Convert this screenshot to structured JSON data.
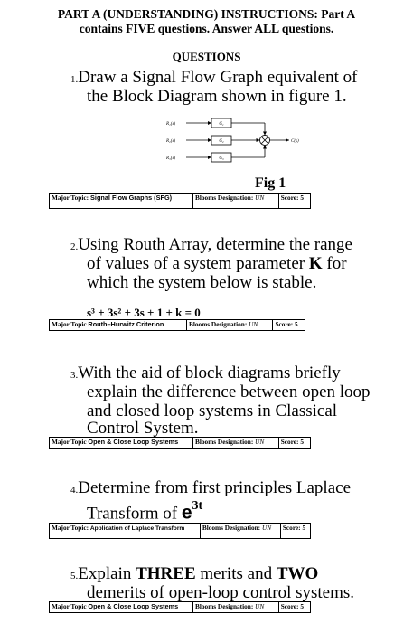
{
  "header": {
    "line1": "PART A (UNDERSTANDING) INSTRUCTIONS: Part A",
    "line2": "contains FIVE questions. Answer ALL questions."
  },
  "questions_heading": "QUESTIONS",
  "questions": [
    {
      "num": "1.",
      "lines": [
        "Draw a Signal Flow Graph equivalent of",
        "the Block Diagram shown in figure 1."
      ],
      "figure": {
        "caption": "Fig 1",
        "inputs": [
          "R₁(s)",
          "R₂(s)",
          "R₃(s)"
        ],
        "blocks": [
          "G₁",
          "G₂",
          "G₃"
        ],
        "output": "C(s)"
      },
      "meta": {
        "topic_label": "Major Topic:",
        "topic": "Signal Flow Graphs (SFG)",
        "blooms_label": "Blooms Designation:",
        "blooms": "UN",
        "score_label": "Score:",
        "score": "5"
      }
    },
    {
      "num": "2.",
      "lines": [
        "Using Routh Array, determine the range",
        "of values of a system parameter",
        "which the system below is stable."
      ],
      "k": "K",
      "k_after": " for",
      "equation": "s³ + 3s² + 3s + 1 + k = 0",
      "meta": {
        "topic_label": "Major Topic",
        "topic": "Routh–Hurwitz Criterion",
        "blooms_label": "Blooms Designation:",
        "blooms": "UN",
        "score_label": "Score:",
        "score": "5"
      }
    },
    {
      "num": "3.",
      "lines": [
        "With the aid of block diagrams briefly",
        "explain the difference between open loop",
        "and closed loop systems in Classical",
        "Control System."
      ],
      "meta": {
        "topic_label": "Major Topic",
        "topic": "Open & Close Loop Systems",
        "blooms_label": "Blooms Designation:",
        "blooms": "UN",
        "score_label": "Score:",
        "score": "5"
      }
    },
    {
      "num": "4.",
      "lines": [
        "Determine from first principles Laplace",
        "Transform of"
      ],
      "base": "e",
      "exponent": "3t",
      "meta": {
        "topic_label": "Major Topic:",
        "topic": "Application of Laplace Transform",
        "blooms_label": "Blooms Designation:",
        "blooms": "UN",
        "score_label": "Score:",
        "score": "5"
      }
    },
    {
      "num": "5.",
      "pre": "Explain ",
      "three": "THREE",
      "mid": " merits and ",
      "two": "TWO",
      "line2": "demerits of open-loop control systems.",
      "meta": {
        "topic_label": "Major Topic",
        "topic": "Open & Close Loop Systems",
        "blooms_label": "Blooms Designation:",
        "blooms": "UN",
        "score_label": "Score:",
        "score": "5"
      }
    }
  ]
}
